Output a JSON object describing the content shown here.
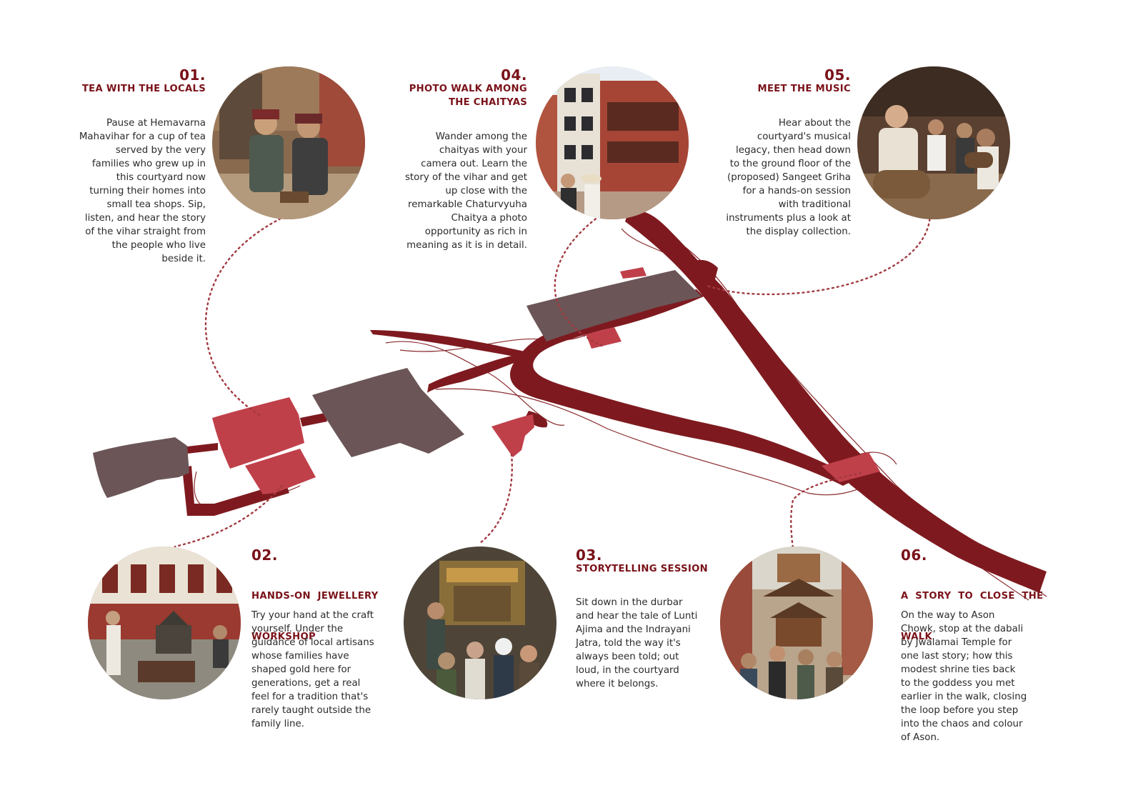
{
  "colors": {
    "path": "#7e1a1f",
    "outline": "#8a2a2e",
    "courtyard": "#6b5557",
    "highlight": "#c0404a",
    "accent_text": "#7a1219"
  },
  "stops": [
    {
      "num": "01.",
      "title": [
        "TEA WITH THE LOCALS"
      ],
      "description": [
        "Pause at Hemavarna",
        "Mahavihar for a cup of tea",
        "served by the very",
        "families who grew up in",
        "this courtyard now",
        "turning their homes into",
        "small tea shops. Sip,",
        "listen, and hear the story",
        "of the vihar straight from",
        "the people who live",
        "beside it."
      ]
    },
    {
      "num": "02.",
      "title": [
        "HANDS-ON  JEWELLERY",
        "WORKSHOP"
      ],
      "description": [
        "Try your hand at the craft",
        "yourself. Under the",
        "guidance of local artisans",
        "whose families have",
        "shaped gold here for",
        "generations, get a real",
        "feel for a tradition that's",
        "rarely taught outside the",
        "family line."
      ]
    },
    {
      "num": "03.",
      "title": [
        "STORYTELLING SESSION"
      ],
      "description": [
        "Sit down in the durbar",
        "and hear the tale of Lunti",
        "Ajima and the Indrayani",
        "Jatra, told the way it's",
        "always been told; out",
        "loud, in the courtyard",
        "where it belongs."
      ]
    },
    {
      "num": "04.",
      "title": [
        "PHOTO WALK AMONG",
        "THE CHAITYAS"
      ],
      "description": [
        "Wander among the",
        "chaityas with your",
        "camera out. Learn the",
        "story of the vihar and get",
        "up close with the",
        "remarkable Chaturvyuha",
        "Chaitya a photo",
        "opportunity as rich in",
        "meaning as it is in detail."
      ]
    },
    {
      "num": "05.",
      "title": [
        "MEET THE MUSIC"
      ],
      "description": [
        "Hear about the",
        "courtyard's musical",
        "legacy, then head down",
        "to the ground floor of the",
        "(proposed) Sangeet Griha",
        "for a hands-on session",
        "with traditional",
        "instruments plus a look at",
        "the display collection."
      ]
    },
    {
      "num": "06.",
      "title": [
        "A  STORY  TO  CLOSE  THE",
        "WALK"
      ],
      "description": [
        "On the way to Ason",
        "Chowk, stop at the dabali",
        "by Jwalamai Temple for",
        "one last story; how this",
        "modest shrine ties back",
        "to the goddess you met",
        "earlier in the walk, closing",
        "the loop before you step",
        "into the chaos and colour",
        "of Ason."
      ]
    }
  ]
}
